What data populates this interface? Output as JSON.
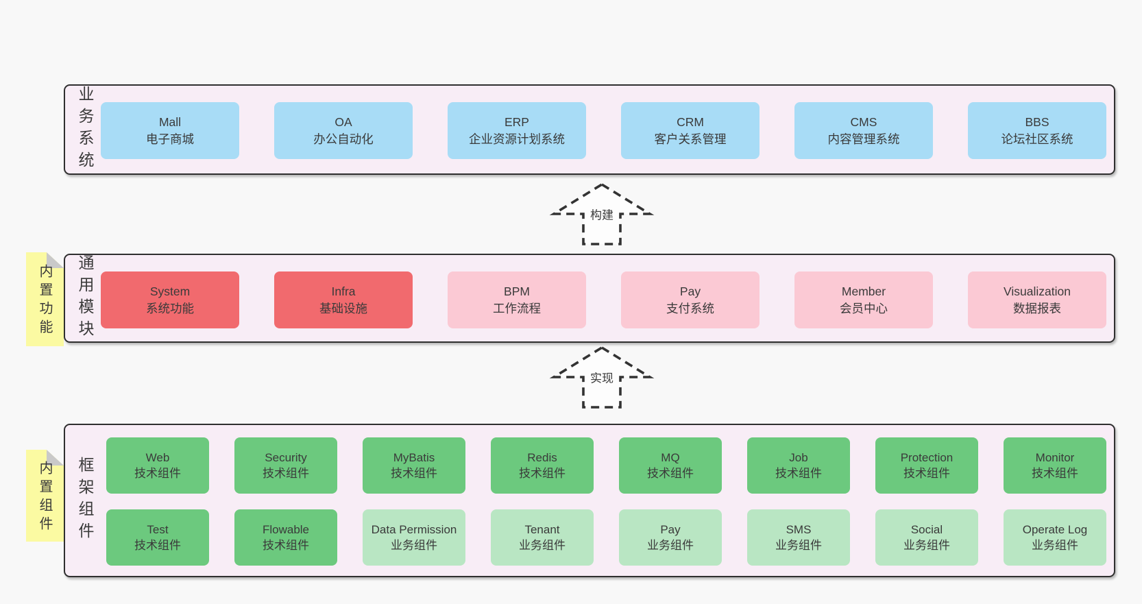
{
  "colors": {
    "page_bg": "#f8f8f8",
    "band_bg": "#f8edf6",
    "band_border": "#2f2f2f",
    "box_blue": "#a8dcf6",
    "box_red": "#f16a6e",
    "box_pink": "#fbc9d4",
    "box_green": "#6cc97e",
    "box_green_light": "#b9e6c3",
    "note_yellow": "#fbfaa2",
    "note_fold": "#c9c9c9",
    "text": "#3a3a3a"
  },
  "bands": [
    {
      "id": "business-systems",
      "label": "业务系统",
      "boxes": [
        {
          "name": "Mall",
          "subtitle": "电子商城",
          "variant": "blue"
        },
        {
          "name": "OA",
          "subtitle": "办公自动化",
          "variant": "blue"
        },
        {
          "name": "ERP",
          "subtitle": "企业资源计划系统",
          "variant": "blue"
        },
        {
          "name": "CRM",
          "subtitle": "客户关系管理",
          "variant": "blue"
        },
        {
          "name": "CMS",
          "subtitle": "内容管理系统",
          "variant": "blue"
        },
        {
          "name": "BBS",
          "subtitle": "论坛社区系统",
          "variant": "blue"
        }
      ]
    },
    {
      "id": "common-modules",
      "label": "通用模块",
      "note": "内置功能",
      "boxes": [
        {
          "name": "System",
          "subtitle": "系统功能",
          "variant": "red"
        },
        {
          "name": "Infra",
          "subtitle": "基础设施",
          "variant": "red"
        },
        {
          "name": "BPM",
          "subtitle": "工作流程",
          "variant": "pink"
        },
        {
          "name": "Pay",
          "subtitle": "支付系统",
          "variant": "pink"
        },
        {
          "name": "Member",
          "subtitle": "会员中心",
          "variant": "pink"
        },
        {
          "name": "Visualization",
          "subtitle": "数据报表",
          "variant": "pink"
        }
      ]
    },
    {
      "id": "framework-components",
      "label": "框架组件",
      "note": "内置组件",
      "rows": [
        {
          "boxes": [
            {
              "name": "Web",
              "subtitle": "技术组件",
              "variant": "green"
            },
            {
              "name": "Security",
              "subtitle": "技术组件",
              "variant": "green"
            },
            {
              "name": "MyBatis",
              "subtitle": "技术组件",
              "variant": "green"
            },
            {
              "name": "Redis",
              "subtitle": "技术组件",
              "variant": "green"
            },
            {
              "name": "MQ",
              "subtitle": "技术组件",
              "variant": "green"
            },
            {
              "name": "Job",
              "subtitle": "技术组件",
              "variant": "green"
            },
            {
              "name": "Protection",
              "subtitle": "技术组件",
              "variant": "green"
            },
            {
              "name": "Monitor",
              "subtitle": "技术组件",
              "variant": "green"
            }
          ]
        },
        {
          "boxes": [
            {
              "name": "Test",
              "subtitle": "技术组件",
              "variant": "green"
            },
            {
              "name": "Flowable",
              "subtitle": "技术组件",
              "variant": "green"
            },
            {
              "name": "Data Permission",
              "subtitle": "业务组件",
              "variant": "green-light"
            },
            {
              "name": "Tenant",
              "subtitle": "业务组件",
              "variant": "green-light"
            },
            {
              "name": "Pay",
              "subtitle": "业务组件",
              "variant": "green-light"
            },
            {
              "name": "SMS",
              "subtitle": "业务组件",
              "variant": "green-light"
            },
            {
              "name": "Social",
              "subtitle": "业务组件",
              "variant": "green-light"
            },
            {
              "name": "Operate Log",
              "subtitle": "业务组件",
              "variant": "green-light"
            }
          ]
        }
      ]
    }
  ],
  "arrows": [
    {
      "id": "build",
      "label": "构建"
    },
    {
      "id": "implement",
      "label": "实现"
    }
  ]
}
